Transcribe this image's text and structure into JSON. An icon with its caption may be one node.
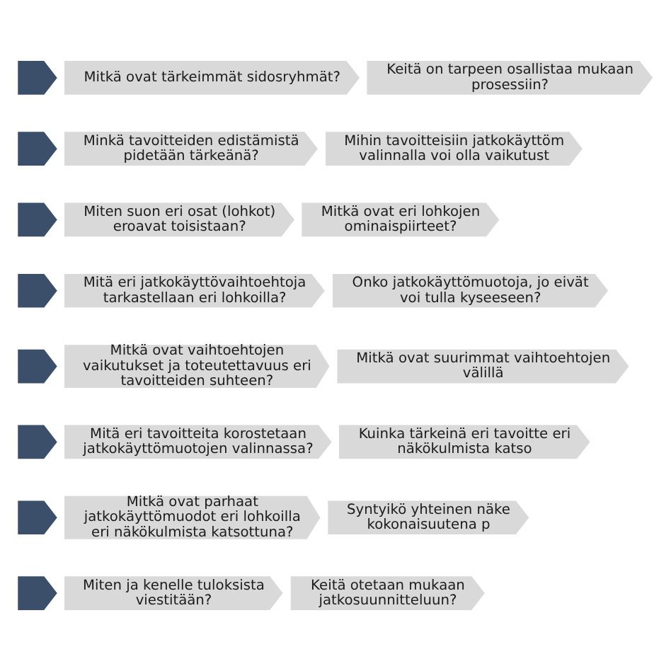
{
  "diagram": {
    "nodes": [
      {
        "text": [],
        "shape": "chevron"
      },
      {
        "text": [
          "Mitkä ovat tärkeimmät sidosryhmät?"
        ]
      },
      {
        "text": [
          "Keitä on tarpeen osallistaa mukaan prosessiin?"
        ]
      },
      {
        "text": [],
        "shape": "chevron"
      },
      {
        "text": [
          "Minkä tavoitteiden edistämistä pidetään tärkeänä?"
        ]
      },
      {
        "text": [
          "Mihin tavoitteisiin jatkokäyttöm valinnalla voi olla vaikutust"
        ]
      },
      {
        "text": [],
        "shape": "chevron"
      },
      {
        "text": [
          "Miten suon eri osat (lohkot) eroavat toisistaan?"
        ]
      },
      {
        "text": [
          "Mitkä ovat eri lohkojen ominaispiirteet?"
        ]
      },
      {
        "text": [],
        "shape": "chevron"
      },
      {
        "text": [
          "Mitä eri jatkokäyttövaihtoehtoja tarkastellaan eri lohkoilla?"
        ]
      },
      {
        "text": [
          "Onko jatkokäyttömuotoja, jo eivät voi tulla kyseeseen?"
        ]
      },
      {
        "text": [],
        "shape": "chevron"
      },
      {
        "text": [
          "Mitkä ovat vaihtoehtojen vaikutukset ja toteutettavuus eri tavoitteiden suhteen?"
        ]
      },
      {
        "text": [
          "Mitkä ovat suurimmat vaihtoehtojen välillä"
        ]
      },
      {
        "text": [],
        "shape": "chevron"
      },
      {
        "text": [
          "Mitä eri tavoitteita korostetaan jatkokäyttömuotojen valinnassa?"
        ]
      },
      {
        "text": [
          "Kuinka tärkeinä eri tavoitte eri näkökulmista katso"
        ]
      },
      {
        "text": [],
        "shape": "chevron"
      },
      {
        "text": [
          "Mitkä ovat parhaat jatkokäyttömuodot eri lohkoilla eri näkökulmista katsottuna?"
        ]
      },
      {
        "text": [
          "Syntyikö yhteinen näke kokonaisuutena p"
        ]
      },
      {
        "text": [],
        "shape": "chevron"
      },
      {
        "text": [
          "Miten ja kenelle tuloksista viestitään?"
        ]
      },
      {
        "text": [
          "Keitä otetaan mukaan jatkosuunnitteluun?"
        ]
      }
    ]
  }
}
